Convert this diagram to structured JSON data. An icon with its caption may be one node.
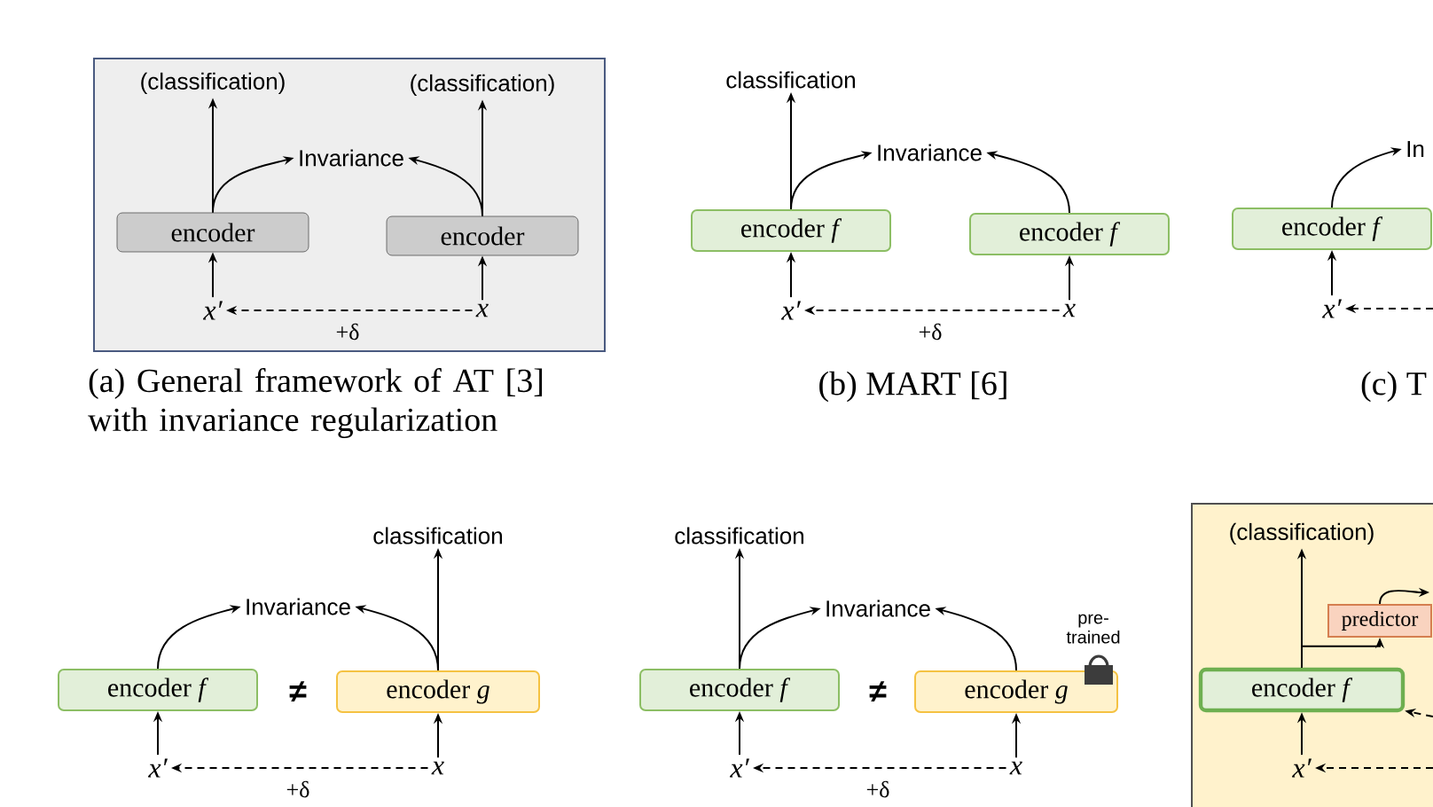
{
  "diagram": {
    "nodes": [
      {
        "text": [],
        "shape": "box"
      },
      {
        "text": [
          "(classification)"
        ],
        "in": 0
      },
      {
        "text": [
          "(classification)"
        ],
        "in": 0
      },
      {
        "text": [
          "Invariance"
        ],
        "in": 0
      },
      {
        "text": [
          "encoder"
        ],
        "in": 0
      },
      {
        "text": [
          "encoder"
        ],
        "in": 0
      },
      {
        "text": [
          "x′"
        ],
        "in": 0
      },
      {
        "text": [
          "x"
        ],
        "in": 0
      },
      {
        "text": [
          "classification"
        ]
      },
      {
        "text": [
          "Invariance"
        ]
      },
      {
        "text": [
          "encoder *f*"
        ]
      },
      {
        "text": [
          "encoder *f*"
        ]
      },
      {
        "text": [
          "x′"
        ]
      },
      {
        "text": [
          "x"
        ]
      },
      {
        "text": [
          "encoder *f*"
        ]
      },
      {
        "text": [
          "In"
        ]
      },
      {
        "text": [
          "x′"
        ]
      },
      {
        "text": [
          "classification"
        ]
      },
      {
        "text": [
          "Invariance"
        ]
      },
      {
        "text": [
          "encoder *f*"
        ]
      },
      {
        "text": [
          "encoder *g*"
        ]
      },
      {
        "text": [
          "x′"
        ]
      },
      {
        "text": [
          "x"
        ]
      },
      {
        "text": [
          "classification"
        ]
      },
      {
        "text": [
          "Invariance"
        ]
      },
      {
        "text": [
          "encoder *f*"
        ]
      },
      {
        "text": [
          "encoder *g*"
        ],
        "beside": [
          "pre- trained"
        ]
      },
      {
        "text": [
          "x′"
        ]
      },
      {
        "text": [
          "x"
        ]
      },
      {
        "text": [],
        "shape": "box"
      },
      {
        "text": [
          "(classification)"
        ],
        "in": 29
      },
      {
        "text": [
          "predictor"
        ],
        "in": 29
      },
      {
        "text": [
          "encoder *f*"
        ],
        "in": 29
      },
      {
        "text": [
          "x′"
        ],
        "in": 29
      }
    ],
    "edges": [
      {
        "from": 4,
        "to": 1,
        "arrow": "to"
      },
      {
        "from": 5,
        "to": 2,
        "arrow": "to"
      },
      {
        "from": 4,
        "to": 3,
        "arrow": "to"
      },
      {
        "from": 5,
        "to": 3,
        "arrow": "to"
      },
      {
        "from": 6,
        "to": 4,
        "arrow": "to"
      },
      {
        "from": 7,
        "to": 5,
        "arrow": "to"
      },
      {
        "from": 7,
        "to": 6,
        "arrow": "to",
        "style": "dashed",
        "label": "+δ"
      },
      {
        "from": 10,
        "to": 8,
        "arrow": "to"
      },
      {
        "from": 10,
        "to": 9,
        "arrow": "to"
      },
      {
        "from": 11,
        "to": 9,
        "arrow": "to"
      },
      {
        "from": 12,
        "to": 10,
        "arrow": "to"
      },
      {
        "from": 13,
        "to": 11,
        "arrow": "to"
      },
      {
        "from": 13,
        "to": 12,
        "arrow": "to",
        "style": "dashed",
        "label": "+δ"
      },
      {
        "from": 16,
        "to": 14,
        "arrow": "to"
      },
      {
        "from": 14,
        "to": 15,
        "arrow": "to"
      },
      {
        "from": null,
        "to": 16,
        "arrow": "to",
        "style": "dashed"
      },
      {
        "from": 20,
        "to": 17,
        "arrow": "to"
      },
      {
        "from": 19,
        "to": 18,
        "arrow": "to"
      },
      {
        "from": 20,
        "to": 18,
        "arrow": "to"
      },
      {
        "from": 21,
        "to": 19,
        "arrow": "to"
      },
      {
        "from": 22,
        "to": 20,
        "arrow": "to"
      },
      {
        "from": 22,
        "to": 21,
        "arrow": "to",
        "style": "dashed",
        "label": "+δ"
      },
      {
        "from": 25,
        "to": 23,
        "arrow": "to"
      },
      {
        "from": 25,
        "to": 24,
        "arrow": "to"
      },
      {
        "from": 26,
        "to": 24,
        "arrow": "to"
      },
      {
        "from": 27,
        "to": 25,
        "arrow": "to"
      },
      {
        "from": 28,
        "to": 26,
        "arrow": "to"
      },
      {
        "from": 28,
        "to": 27,
        "arrow": "to",
        "style": "dashed",
        "label": "+δ"
      },
      {
        "from": 32,
        "to": 30,
        "arrow": "to"
      },
      {
        "from": 32,
        "to": 31,
        "arrow": "to"
      },
      {
        "from": 31,
        "to": null,
        "arrow": "to"
      },
      {
        "from": null,
        "to": 32,
        "arrow": "to",
        "style": "dashed"
      },
      {
        "from": 33,
        "to": 32,
        "arrow": "to"
      },
      {
        "from": null,
        "to": 33,
        "arrow": "to",
        "style": "dashed"
      }
    ],
    "labels": [
      "(a) General framework of AT [3] with invariance regularization",
      "(b) MART [6]",
      "(c) T",
      "≠",
      "≠"
    ]
  }
}
